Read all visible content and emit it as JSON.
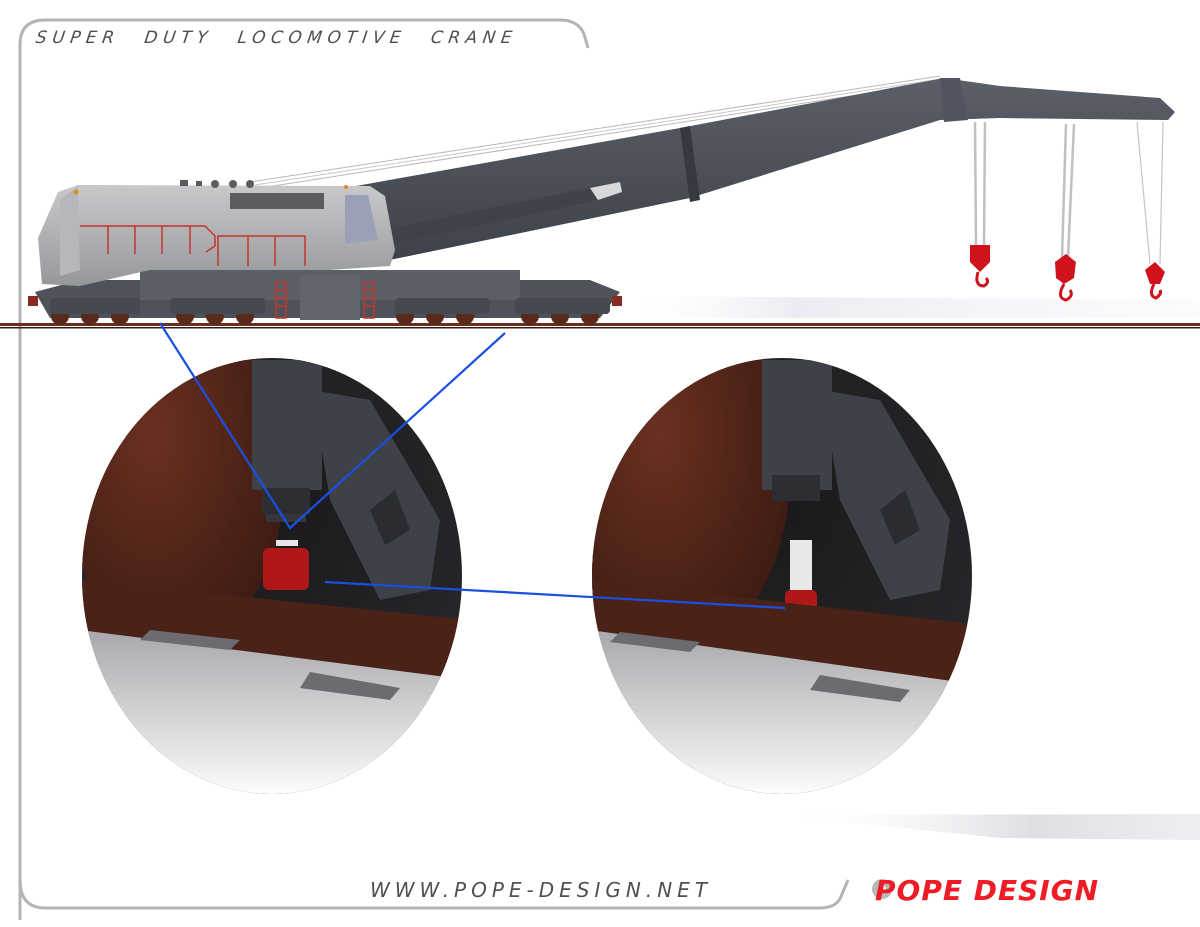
{
  "header": {
    "title": "SUPER DUTY LOCOMOTIVE CRANE"
  },
  "footer": {
    "website": "WWW.POPE-DESIGN.NET",
    "brand_name": "POPE DESIGN",
    "brand_icon": "gear-icon"
  },
  "illustration": {
    "subject": "locomotive crane with extended boom",
    "hooks": 3,
    "detail_callouts": [
      {
        "name": "outrigger-clamp-retracted",
        "description": "hydraulic rail clamp, retracted"
      },
      {
        "name": "outrigger-clamp-engaged",
        "description": "hydraulic rail clamp, engaged on rail"
      }
    ]
  },
  "colors": {
    "frame_gray": "#b4b4b4",
    "text_gray": "#505050",
    "brand_red": "#ee1c25",
    "callout_blue": "#1a4fe0",
    "boom_dark": "#4a4f58",
    "body_light": "#a9aaac",
    "rail_brown": "#5a2a1c",
    "hook_red": "#d0121c"
  }
}
